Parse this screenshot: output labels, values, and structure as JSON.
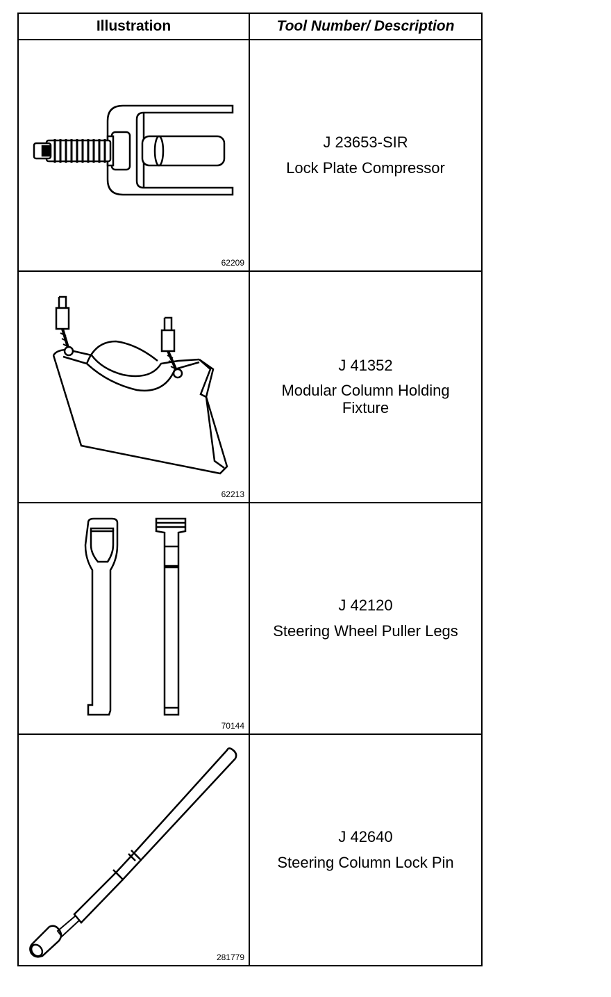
{
  "header": {
    "illustration_label": "Illustration",
    "description_label": "Tool Number/ Description"
  },
  "rows": [
    {
      "figure_number": "62209",
      "tool_number": "J 23653-SIR",
      "description": "Lock Plate Compressor",
      "icon": "lock-plate-compressor-icon"
    },
    {
      "figure_number": "62213",
      "tool_number": "J 41352",
      "description": "Modular Column Holding Fixture",
      "icon": "column-holding-fixture-icon"
    },
    {
      "figure_number": "70144",
      "tool_number": "J 42120",
      "description": "Steering Wheel Puller Legs",
      "icon": "puller-legs-icon"
    },
    {
      "figure_number": "281779",
      "tool_number": "J 42640",
      "description": "Steering Column Lock Pin",
      "icon": "lock-pin-icon"
    }
  ]
}
